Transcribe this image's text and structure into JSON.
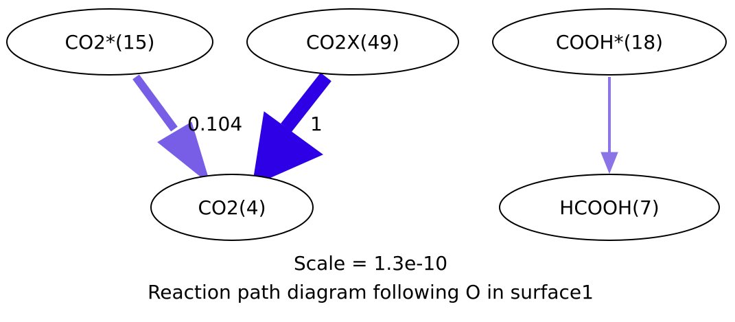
{
  "nodes": {
    "co2_star": {
      "label": "CO2*(15)"
    },
    "co2x": {
      "label": "CO2X(49)"
    },
    "cooh_star": {
      "label": "COOH*(18)"
    },
    "co2": {
      "label": "CO2(4)"
    },
    "hcooh": {
      "label": "HCOOH(7)"
    }
  },
  "edges": {
    "co2_star_to_co2": {
      "label": "0.104",
      "color": "#785ee6"
    },
    "co2x_to_co2": {
      "label": "1",
      "color": "#2e00e6"
    },
    "cooh_star_to_hcooh": {
      "label": "",
      "color": "#8b74e6"
    }
  },
  "caption": {
    "scale": "Scale = 1.3e-10",
    "title": "Reaction path diagram following O in surface1"
  }
}
